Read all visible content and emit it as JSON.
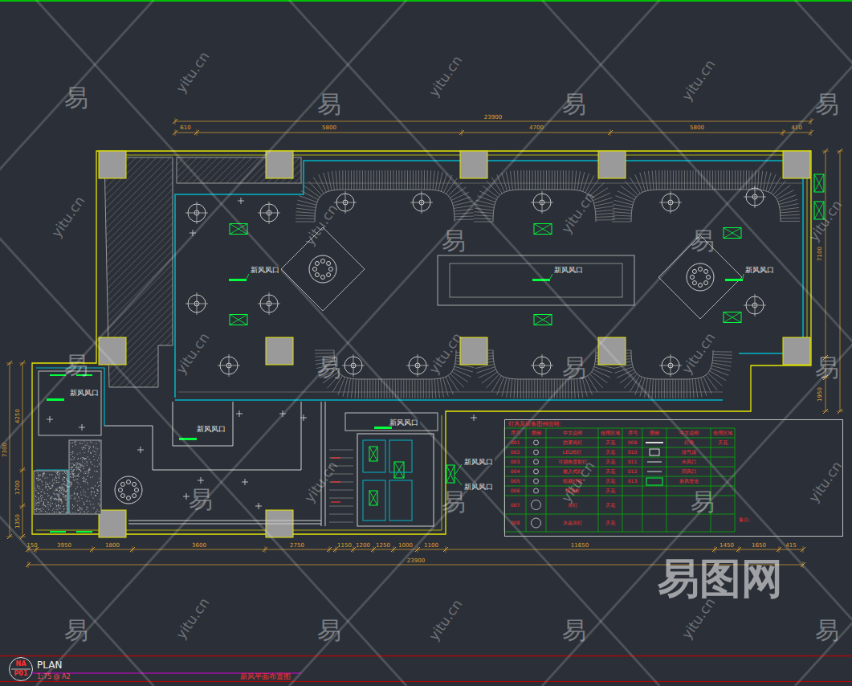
{
  "diagram": {
    "title": "新风平面布置图",
    "nodes": [
      {
        "text": [
          "灯具及设备图例说明:"
        ]
      },
      {
        "text": [
          "NA",
          "P01"
        ]
      }
    ],
    "labels": [
      "新风风口",
      "新风风口",
      "新风风口",
      "新风风口",
      "新风风口",
      "新风风口",
      "新风风口",
      "新风风口",
      "23900",
      "610",
      "5800",
      "4700",
      "5800",
      "410",
      "150",
      "3950",
      "1800",
      "3600",
      "2750",
      "1150",
      "1200",
      "1250",
      "1000",
      "1100",
      "11650",
      "1450",
      "1650",
      "415",
      "23900",
      "7100",
      "1950",
      "4250",
      "1700",
      "1350",
      "7300",
      "序号",
      "图例",
      "中文说明",
      "使用区域",
      "序号",
      "图例",
      "中文说明",
      "使用区域",
      "001",
      "002",
      "003",
      "004",
      "005",
      "006",
      "007",
      "008",
      "防雾筒灯",
      "LED筒灯",
      "可调角度射灯",
      "嵌入式灯",
      "暗藏灯带",
      "吸顶灯",
      "吊灯",
      "水晶吊灯",
      "天花",
      "天花",
      "天花",
      "天花",
      "天花",
      "天花",
      "天花",
      "天花",
      "009",
      "010",
      "011",
      "012",
      "013",
      "灯带",
      "排气扇",
      "出风口",
      "回风口",
      "新风管道",
      "天花",
      "备注:",
      "PLAN",
      "1:75 @ A2",
      "易",
      "易",
      "易",
      "易",
      "易",
      "易",
      "易",
      "易",
      "易",
      "易",
      "易",
      "易",
      "易",
      "易",
      "易",
      "易",
      "易",
      "yitu.cn",
      "yitu.cn",
      "yitu.cn",
      "yitu.cn",
      "yitu.cn",
      "yitu.cn",
      "yitu.cn",
      "yitu.cn",
      "yitu.cn",
      "yitu.cn",
      "yitu.cn",
      "yitu.cn",
      "yitu.cn",
      "yitu.cn",
      "yitu.cn",
      "yitu.cn",
      "yitu.cn",
      "易图网"
    ]
  }
}
